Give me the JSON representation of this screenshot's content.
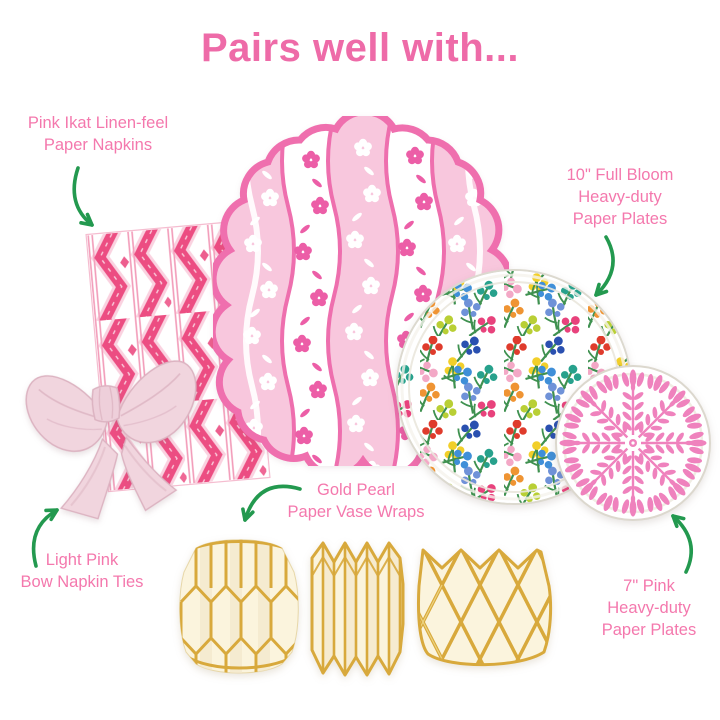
{
  "page": {
    "title": "Pairs well with..."
  },
  "theme": {
    "background": "#ffffff",
    "title_color": "#ee6ba8",
    "label_color": "#f478ad",
    "arrow_color": "#23994f"
  },
  "labels": {
    "ikat_napkins": {
      "lines": [
        "Pink Ikat Linen-feel",
        "Paper Napkins"
      ]
    },
    "full_bloom_plates": {
      "lines": [
        "10\" Full Bloom",
        "Heavy-duty",
        "Paper Plates"
      ]
    },
    "vase_wraps": {
      "lines": [
        "Gold Pearl",
        "Paper Vase Wraps"
      ]
    },
    "bow_ties": {
      "lines": [
        "Light Pink",
        "Bow Napkin Ties"
      ]
    },
    "pink_plates": {
      "lines": [
        "7\" Pink",
        "Heavy-duty",
        "Paper Plates"
      ]
    }
  },
  "products": {
    "ikat_napkin": {
      "name": "Pink Ikat Linen-feel Paper Napkin",
      "primary_color": "#ec4d82"
    },
    "scalloped_napkin": {
      "name": "Pink scalloped floral napkin",
      "primary_color": "#ef6fae"
    },
    "full_bloom_plate": {
      "name": "10\" Full Bloom Heavy-duty Paper Plate",
      "flower_colors": [
        "#df3b2c",
        "#2a50b0",
        "#f2cf2a",
        "#27a18c",
        "#ef9433",
        "#6f92d8",
        "#e8427c",
        "#b9cf35",
        "#3f8fd8",
        "#f3a8c6"
      ]
    },
    "pink_plate": {
      "name": "7\" Pink Heavy-duty Paper Plate",
      "primary_color": "#ef82bd"
    },
    "bow_tie": {
      "name": "Light Pink Bow Napkin Tie",
      "primary_color": "#f1d5de"
    },
    "vase_wraps": {
      "name": "Gold Pearl Paper Vase Wraps",
      "count": 3,
      "primary_color": "#d8a93c"
    }
  }
}
